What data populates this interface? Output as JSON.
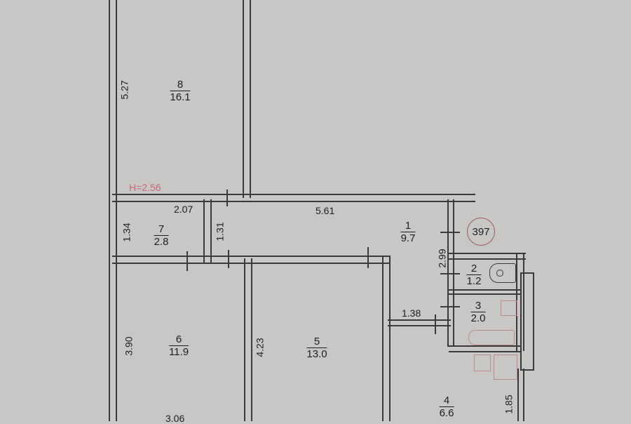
{
  "plan": {
    "apartment_number": "397",
    "ceiling_height": "H=2.56",
    "rooms": [
      {
        "id": "1",
        "area": "9.7"
      },
      {
        "id": "2",
        "area": "1.2"
      },
      {
        "id": "3",
        "area": "2.0"
      },
      {
        "id": "4",
        "area": "6.6"
      },
      {
        "id": "5",
        "area": "13.0"
      },
      {
        "id": "6",
        "area": "11.9"
      },
      {
        "id": "7",
        "area": "2.8"
      },
      {
        "id": "8",
        "area": "16.1"
      }
    ],
    "dimensions": {
      "room8_length": "5.27",
      "room7_width": "2.07",
      "room7_length": "1.34",
      "corridor_width": "1.31",
      "corridor_length": "5.61",
      "hall_length": "2.99",
      "kitchen_passage": "1.38",
      "room6_length": "3.90",
      "room6_width": "3.06",
      "room5_length": "4.23",
      "kitchen_length": "1.85"
    },
    "fixtures": [
      "toilet-icon",
      "sink-icon",
      "bathtub-icon",
      "kitchen-sink-icon",
      "stove-icon"
    ]
  }
}
